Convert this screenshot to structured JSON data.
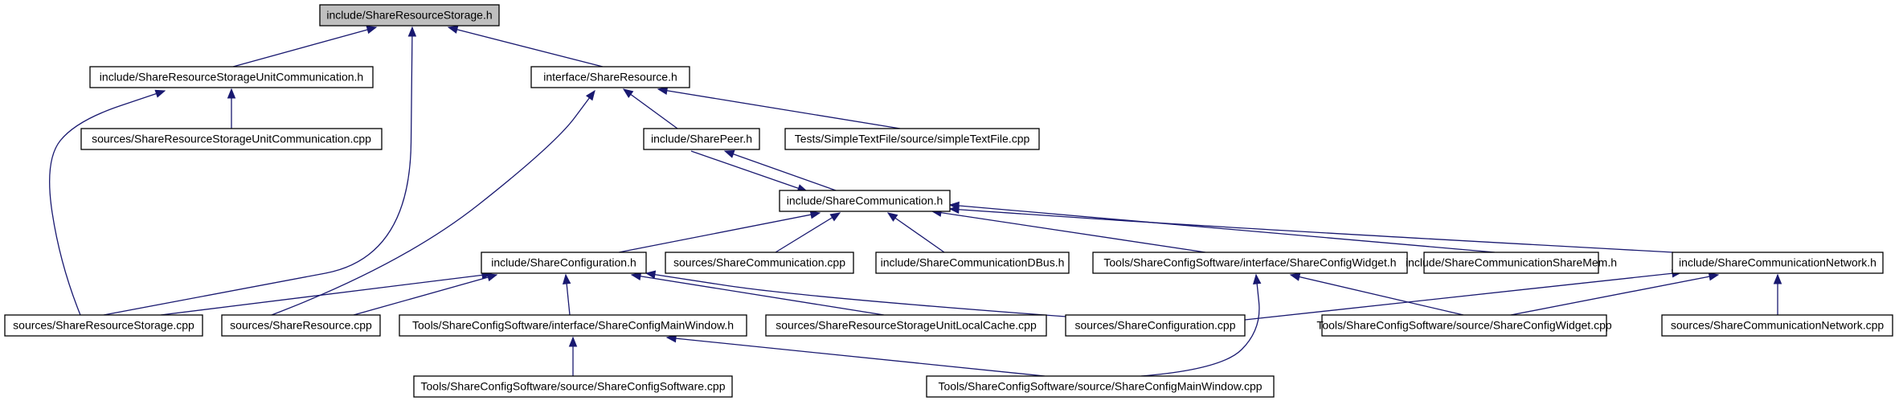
{
  "diagram": {
    "type": "include-dependency-graph",
    "nodes": [
      {
        "id": "n0",
        "label": "include/ShareResourceStorage.h",
        "highlight": true
      },
      {
        "id": "n1",
        "label": "include/ShareResourceStorageUnitCommunication.h"
      },
      {
        "id": "n2",
        "label": "interface/ShareResource.h"
      },
      {
        "id": "n3",
        "label": "sources/ShareResourceStorageUnitCommunication.cpp"
      },
      {
        "id": "n4",
        "label": "include/SharePeer.h"
      },
      {
        "id": "n5",
        "label": "Tests/SimpleTextFile/source/simpleTextFile.cpp"
      },
      {
        "id": "n6",
        "label": "include/ShareCommunication.h"
      },
      {
        "id": "n7",
        "label": "include/ShareConfiguration.h"
      },
      {
        "id": "n8",
        "label": "sources/ShareCommunication.cpp"
      },
      {
        "id": "n9",
        "label": "include/ShareCommunicationDBus.h"
      },
      {
        "id": "n10",
        "label": "Tools/ShareConfigSoftware/interface/ShareConfigWidget.h"
      },
      {
        "id": "n11",
        "label": "include/ShareCommunicationShareMem.h"
      },
      {
        "id": "n12",
        "label": "include/ShareCommunicationNetwork.h"
      },
      {
        "id": "n13",
        "label": "sources/ShareResourceStorage.cpp"
      },
      {
        "id": "n14",
        "label": "sources/ShareResource.cpp"
      },
      {
        "id": "n15",
        "label": "Tools/ShareConfigSoftware/interface/ShareConfigMainWindow.h"
      },
      {
        "id": "n16",
        "label": "sources/ShareResourceStorageUnitLocalCache.cpp"
      },
      {
        "id": "n17",
        "label": "sources/ShareConfiguration.cpp"
      },
      {
        "id": "n18",
        "label": "Tools/ShareConfigSoftware/source/ShareConfigWidget.cpp"
      },
      {
        "id": "n19",
        "label": "sources/ShareCommunicationNetwork.cpp"
      },
      {
        "id": "n20",
        "label": "Tools/ShareConfigSoftware/source/ShareConfigSoftware.cpp"
      },
      {
        "id": "n21",
        "label": "Tools/ShareConfigSoftware/source/ShareConfigMainWindow.cpp"
      }
    ],
    "edges": [
      {
        "from": "n1",
        "to": "n0"
      },
      {
        "from": "n13",
        "to": "n0"
      },
      {
        "from": "n2",
        "to": "n0"
      },
      {
        "from": "n3",
        "to": "n1"
      },
      {
        "from": "n13",
        "to": "n1"
      },
      {
        "from": "n4",
        "to": "n2"
      },
      {
        "from": "n5",
        "to": "n2"
      },
      {
        "from": "n14",
        "to": "n2"
      },
      {
        "from": "n6",
        "to": "n4"
      },
      {
        "from": "n4",
        "to": "n6"
      },
      {
        "from": "n7",
        "to": "n6"
      },
      {
        "from": "n8",
        "to": "n6"
      },
      {
        "from": "n9",
        "to": "n6"
      },
      {
        "from": "n10",
        "to": "n6"
      },
      {
        "from": "n11",
        "to": "n6"
      },
      {
        "from": "n12",
        "to": "n6"
      },
      {
        "from": "n13",
        "to": "n7"
      },
      {
        "from": "n14",
        "to": "n7"
      },
      {
        "from": "n15",
        "to": "n7"
      },
      {
        "from": "n16",
        "to": "n7"
      },
      {
        "from": "n17",
        "to": "n7"
      },
      {
        "from": "n20",
        "to": "n15"
      },
      {
        "from": "n21",
        "to": "n15"
      },
      {
        "from": "n18",
        "to": "n10"
      },
      {
        "from": "n21",
        "to": "n10"
      },
      {
        "from": "n17",
        "to": "n12"
      },
      {
        "from": "n18",
        "to": "n12"
      },
      {
        "from": "n19",
        "to": "n12"
      }
    ],
    "colors": {
      "edge": "#191970",
      "node_border": "#000000",
      "highlight_fill": "#bfbfbf"
    }
  }
}
